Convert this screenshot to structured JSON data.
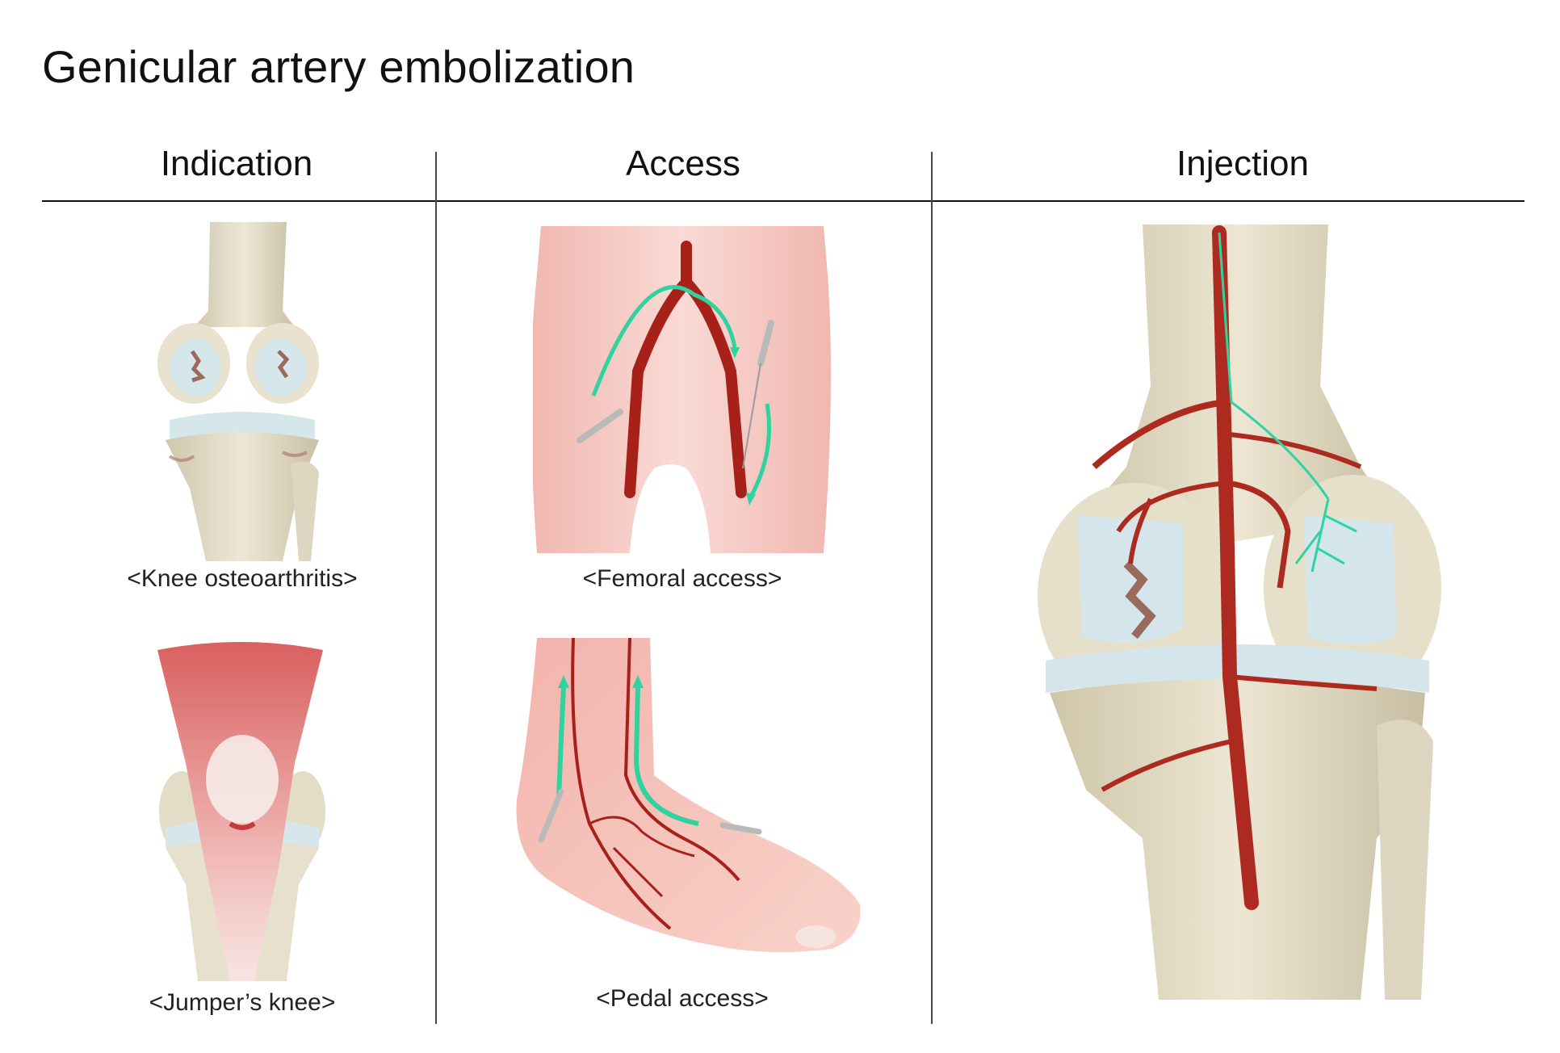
{
  "title": "Genicular artery embolization",
  "columns": {
    "indication": "Indication",
    "access": "Access",
    "injection": "Injection"
  },
  "captions": {
    "knee_oa": "<Knee osteoarthritis>",
    "jumpers_knee": "<Jumper’s knee>",
    "femoral": "<Femoral access>",
    "pedal": "<Pedal access>"
  },
  "colors": {
    "bone": "#e2dcc8",
    "cartilage": "#cfe3ea",
    "artery": "#b1261d",
    "skin": "#f3c3bd",
    "guidewire": "#2ed3a0",
    "muscle": "#e08a86"
  }
}
